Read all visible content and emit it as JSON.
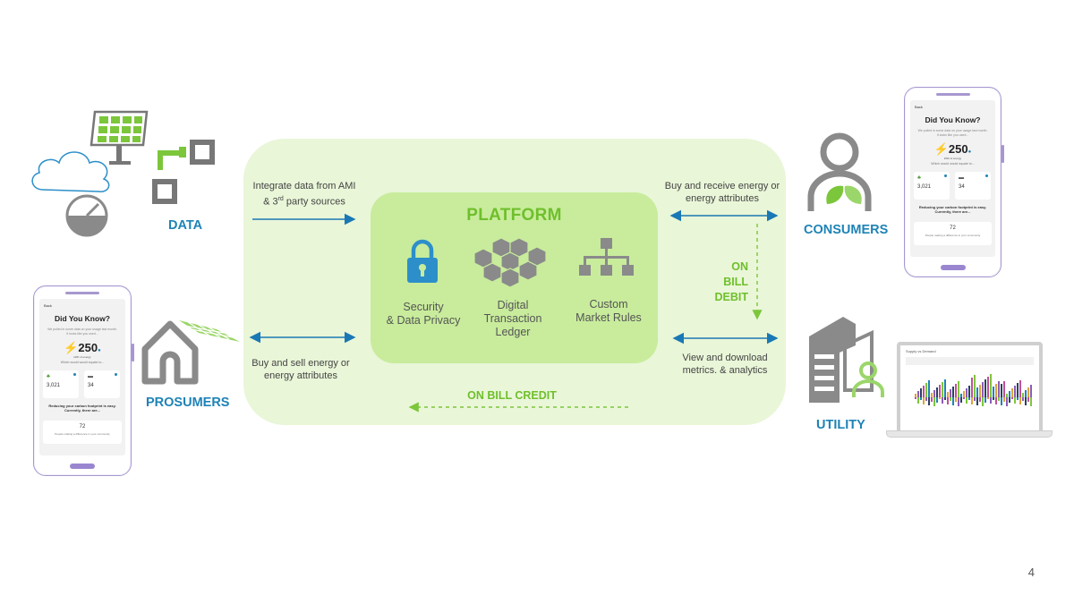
{
  "platform": {
    "title": "PLATFORM",
    "features": [
      {
        "icon": "lock-icon",
        "label_line1": "Security",
        "label_line2": "& Data Privacy"
      },
      {
        "icon": "blocks-icon",
        "label_line1": "Digital",
        "label_line2": "Transaction",
        "label_line3": "Ledger"
      },
      {
        "icon": "hierarchy-icon",
        "label_line1": "Custom",
        "label_line2": "Market Rules"
      }
    ]
  },
  "nodes": {
    "data": "DATA",
    "prosumers": "PROSUMERS",
    "consumers": "CONSUMERS",
    "utility": "UTILITY"
  },
  "flows": {
    "data_line1": "Integrate data from AMI",
    "data_line2_pre": "& 3",
    "data_line2_sup": "rd",
    "data_line2_post": " party sources",
    "prosumers_line1": "Buy and sell energy or",
    "prosumers_line2": "energy attributes",
    "consumers_line1": "Buy and receive energy or",
    "consumers_line2": "energy attributes",
    "utility_line1": "View and download",
    "utility_line2": "metrics. & analytics",
    "on_bill_debit_1": "ON",
    "on_bill_debit_2": "BILL",
    "on_bill_debit_3": "DEBIT",
    "on_bill_credit": "ON BILL CREDIT"
  },
  "phone": {
    "back": "Back",
    "title": "Did You Know?",
    "subtitle": "We pulled in some data on your usage last month. It looks like you used...",
    "big_value": "250",
    "big_unit": "kWh of energy",
    "would": "Which would would equate to...",
    "card1_value": "3,021",
    "card2_value": "34",
    "reduce_line1": "Reducing your carbon footprint is easy.",
    "reduce_line2": "Currently, there are...",
    "count": "72",
    "count_text": "People making a difference in your community"
  },
  "laptop": {
    "title": "Supply vs Demand"
  },
  "page_number": "4",
  "colors": {
    "accent_green": "#6fbf2c",
    "label_blue": "#1e83b6",
    "arrow_blue": "#1a78b4",
    "icon_blue": "#2c8fc9",
    "icon_gray": "#8a8a8a",
    "panel_outer": "#e9f6d8",
    "panel_inner": "#c8ec9c"
  }
}
